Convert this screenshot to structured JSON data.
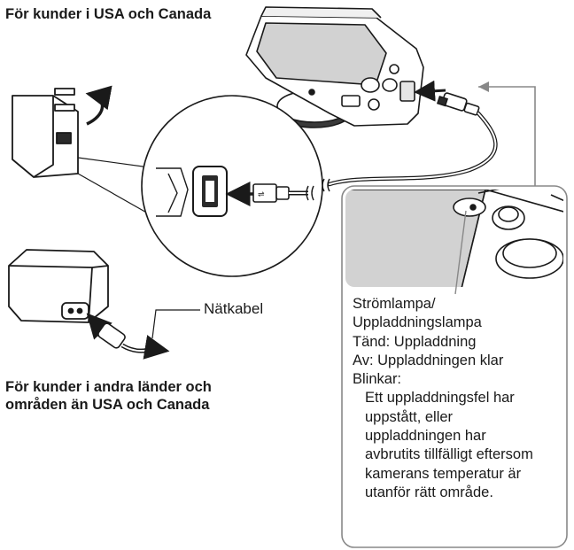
{
  "headings": {
    "us_canada": "För kunder i USA och Canada",
    "other_regions": "För kunder i andra länder och områden än USA och Canada"
  },
  "labels": {
    "power_cable": "Nätkabel"
  },
  "indicator_callout": {
    "title_lines": [
      "Strömlampa/",
      "Uppladdningslampa"
    ],
    "states": [
      "Tänd: Uppladdning",
      "Av: Uppladdningen klar",
      "Blinkar:"
    ],
    "blink_description_lines": [
      "Ett uppladdningsfel har",
      "uppstått, eller",
      "uppladdningen har",
      "avbrutits tillfälligt eftersom",
      "kamerans temperatur är",
      "utanför rätt område."
    ]
  },
  "colors": {
    "line": "#1a1a1a",
    "callout_border": "#888888",
    "screen_fill": "#d2d2d2",
    "dark_fill": "#2a2a2a"
  }
}
